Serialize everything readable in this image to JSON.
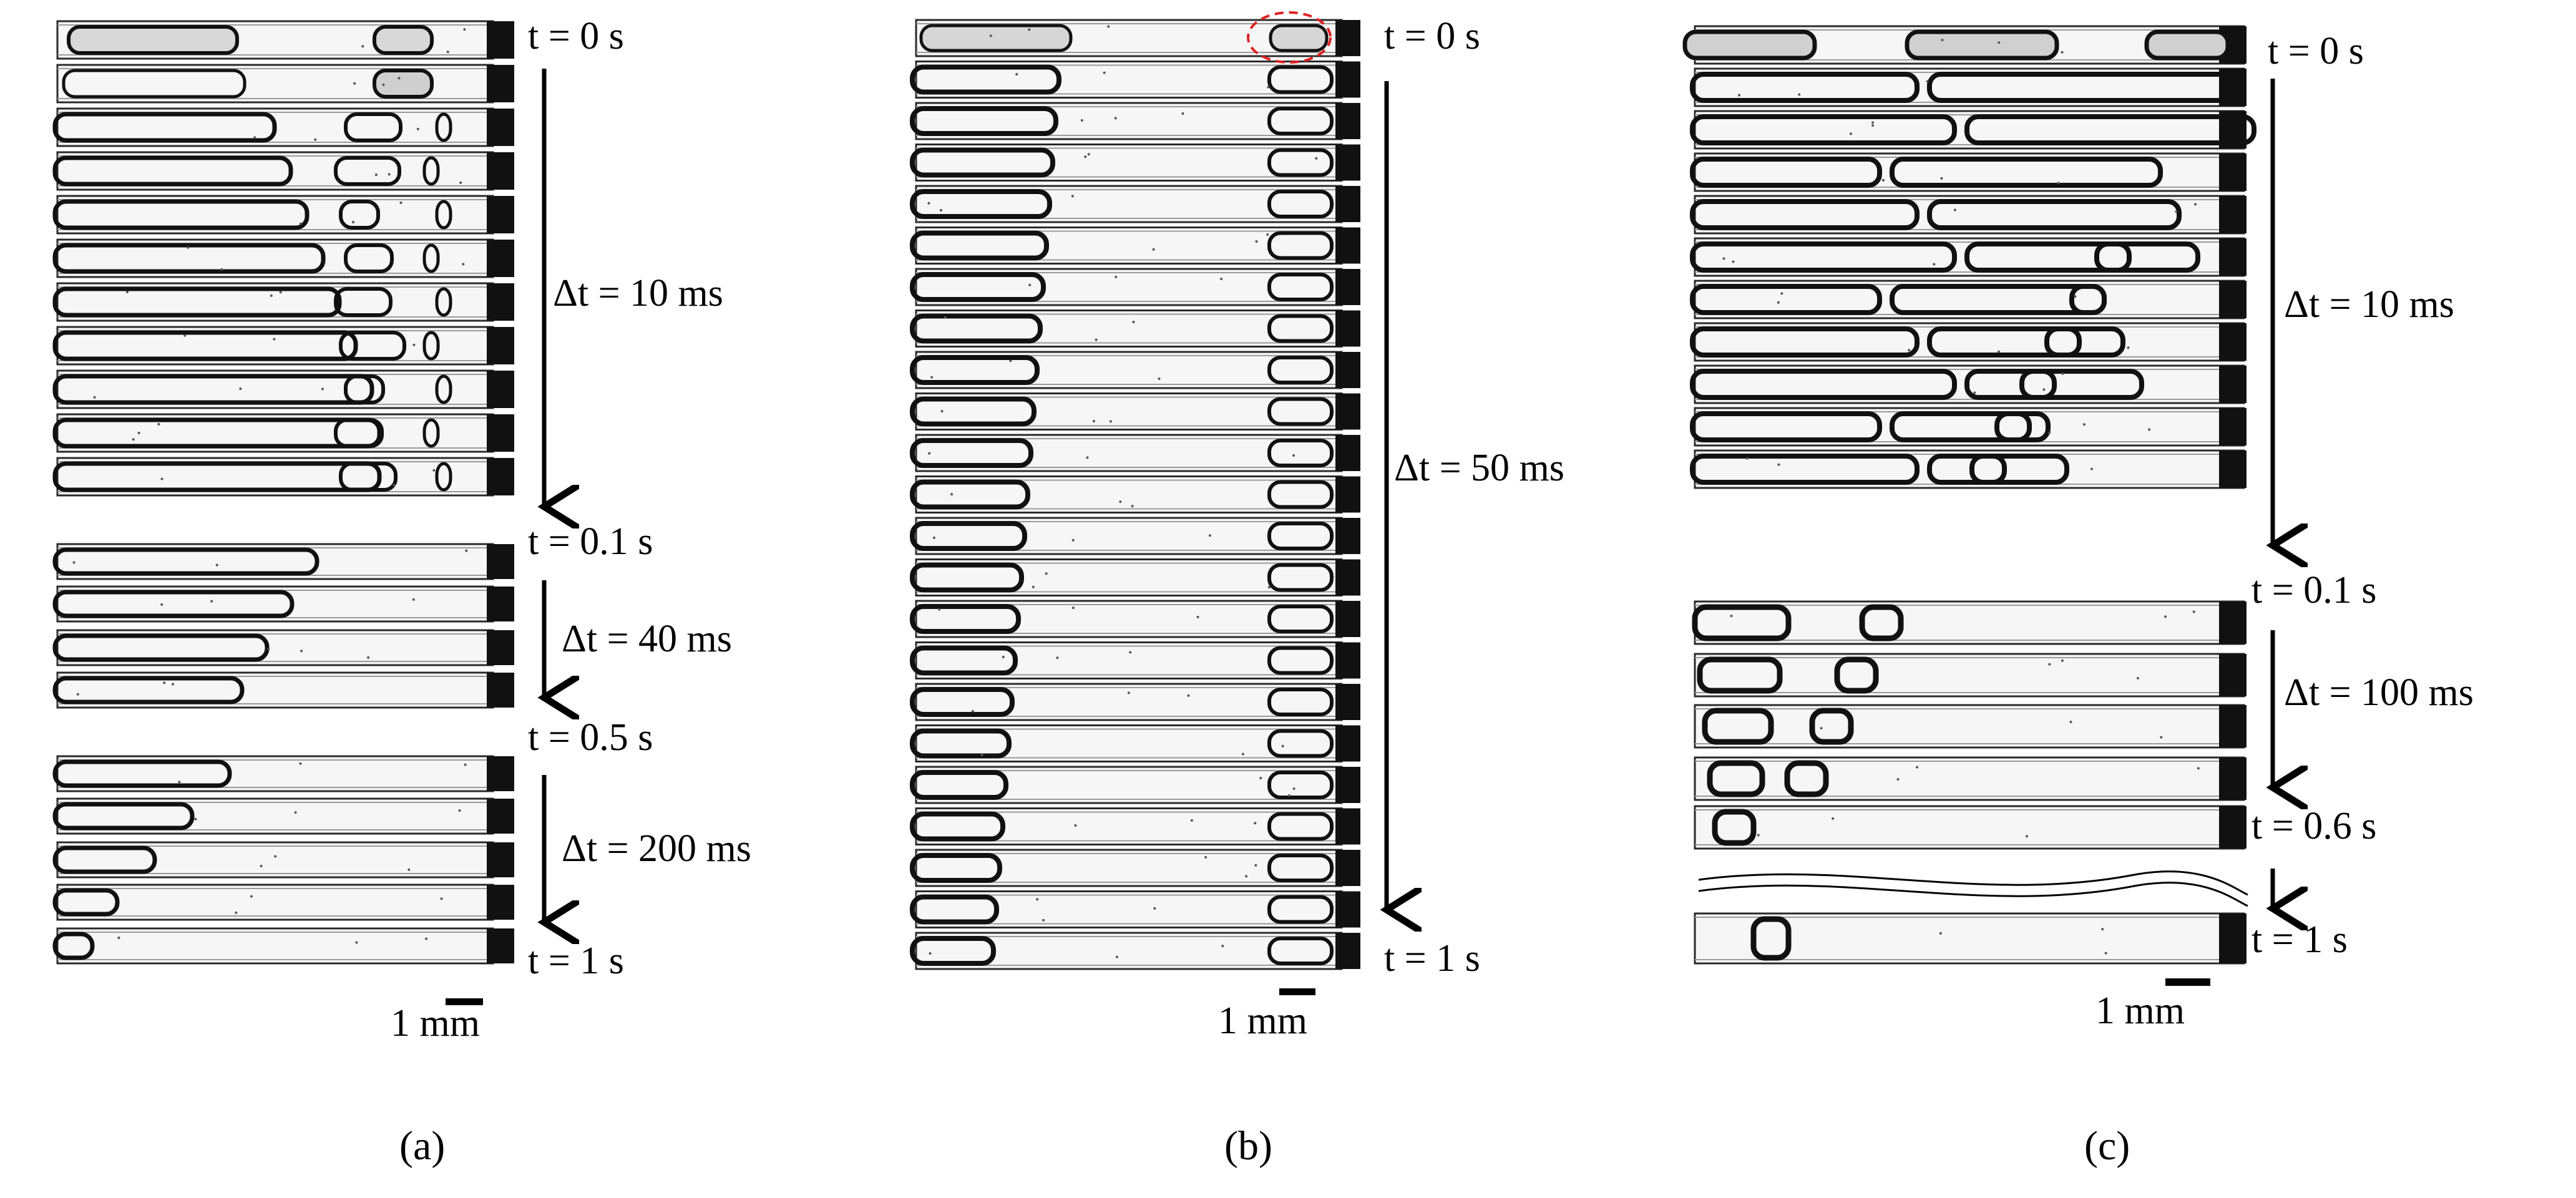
{
  "panels": [
    {
      "id": "a",
      "panel_label": "(a)",
      "labels": {
        "t0": "t = 0 s",
        "dt1": "Δt = 10 ms",
        "t1": "t = 0.1 s",
        "dt2": "Δt = 40 ms",
        "t2": "t = 0.5 s",
        "dt3": "Δt = 200 ms",
        "t3": "t = 1 s"
      },
      "scale_bar": "1 mm"
    },
    {
      "id": "b",
      "panel_label": "(b)",
      "labels": {
        "t0": "t = 0 s",
        "dt1": "Δt = 50 ms",
        "t1": "t = 1 s"
      },
      "scale_bar": "1 mm"
    },
    {
      "id": "c",
      "panel_label": "(c)",
      "labels": {
        "t0": "t = 0 s",
        "dt1": "Δt = 10 ms",
        "t1": "t = 0.1 s",
        "dt2": "Δt = 100 ms",
        "t2": "t = 0.6 s",
        "t3": "t = 1 s"
      },
      "scale_bar": "1 mm"
    }
  ],
  "colors": {
    "frame": "#000000",
    "highlight": "#e02020",
    "tube": "#f4f4f4"
  }
}
